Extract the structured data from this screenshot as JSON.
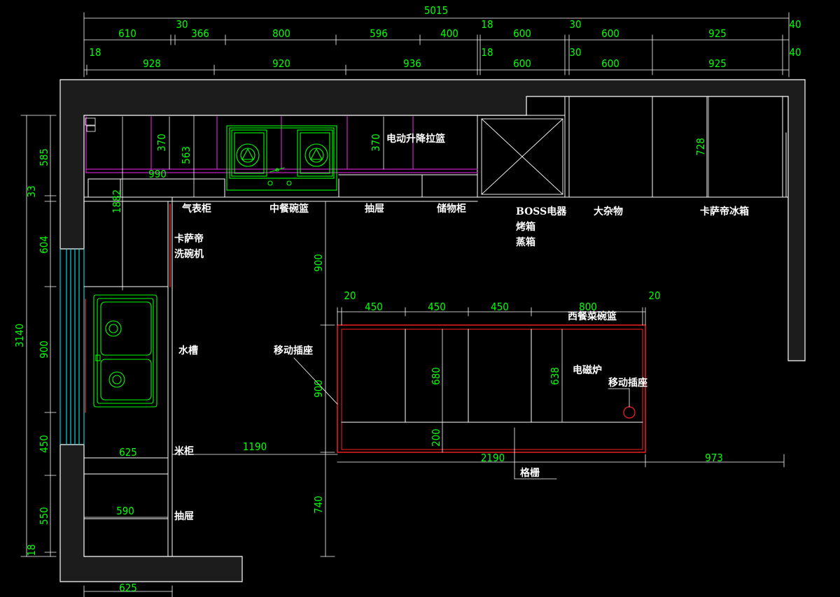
{
  "dims": {
    "top_total": "5015",
    "row1": [
      "610",
      "30",
      "366",
      "800",
      "596",
      "400",
      "18",
      "600",
      "30",
      "600",
      "925",
      "40"
    ],
    "row2": [
      "18",
      "928",
      "920",
      "936",
      "18",
      "600",
      "30",
      "600",
      "925",
      "40"
    ],
    "left_total": "3140",
    "left": [
      "585",
      "33",
      "604",
      "900",
      "450",
      "550",
      "18"
    ],
    "inner_1882": "1882",
    "d370a": "370",
    "d563": "563",
    "d990": "990",
    "d370b": "370",
    "d728": "728",
    "d900_top": "900",
    "d20_left": "20",
    "island_top": [
      "450",
      "450",
      "450",
      "800"
    ],
    "d20_right": "20",
    "d900_island": "900",
    "d680": "680",
    "d638": "638",
    "d200": "200",
    "d625_mid": "625",
    "d1190": "1190",
    "d2190": "2190",
    "d973": "973",
    "d590": "590",
    "d740": "740",
    "d625_bottom": "625"
  },
  "labels": {
    "gas_cabinet": "气表柜",
    "chinese_basket": "中餐碗篮",
    "drawer_top": "抽屉",
    "storage": "储物柜",
    "boss1": "BOSS电器",
    "boss2": "烤箱",
    "boss3": "蒸箱",
    "misc": "大杂物",
    "fridge": "卡萨帝冰箱",
    "dish1": "卡萨帝",
    "dish2": "洗碗机",
    "sink": "水槽",
    "mobile_socket_left": "移动插座",
    "lift_basket": "电动升降拉篮",
    "western_basket": "西餐菜碗篮",
    "induction": "电磁炉",
    "mobile_socket_right": "移动插座",
    "rice_cabinet": "米柜",
    "drawer_bottom": "抽屉",
    "grid": "格栅"
  },
  "colors": {
    "dimension": "#00ff00",
    "wall_outline": "#ffffff",
    "wall_fill": "#1c1c1c",
    "cabinet_line": "#c020c0",
    "island_outline": "#ff2020",
    "window": "#00ffff",
    "label": "#ffffff"
  }
}
